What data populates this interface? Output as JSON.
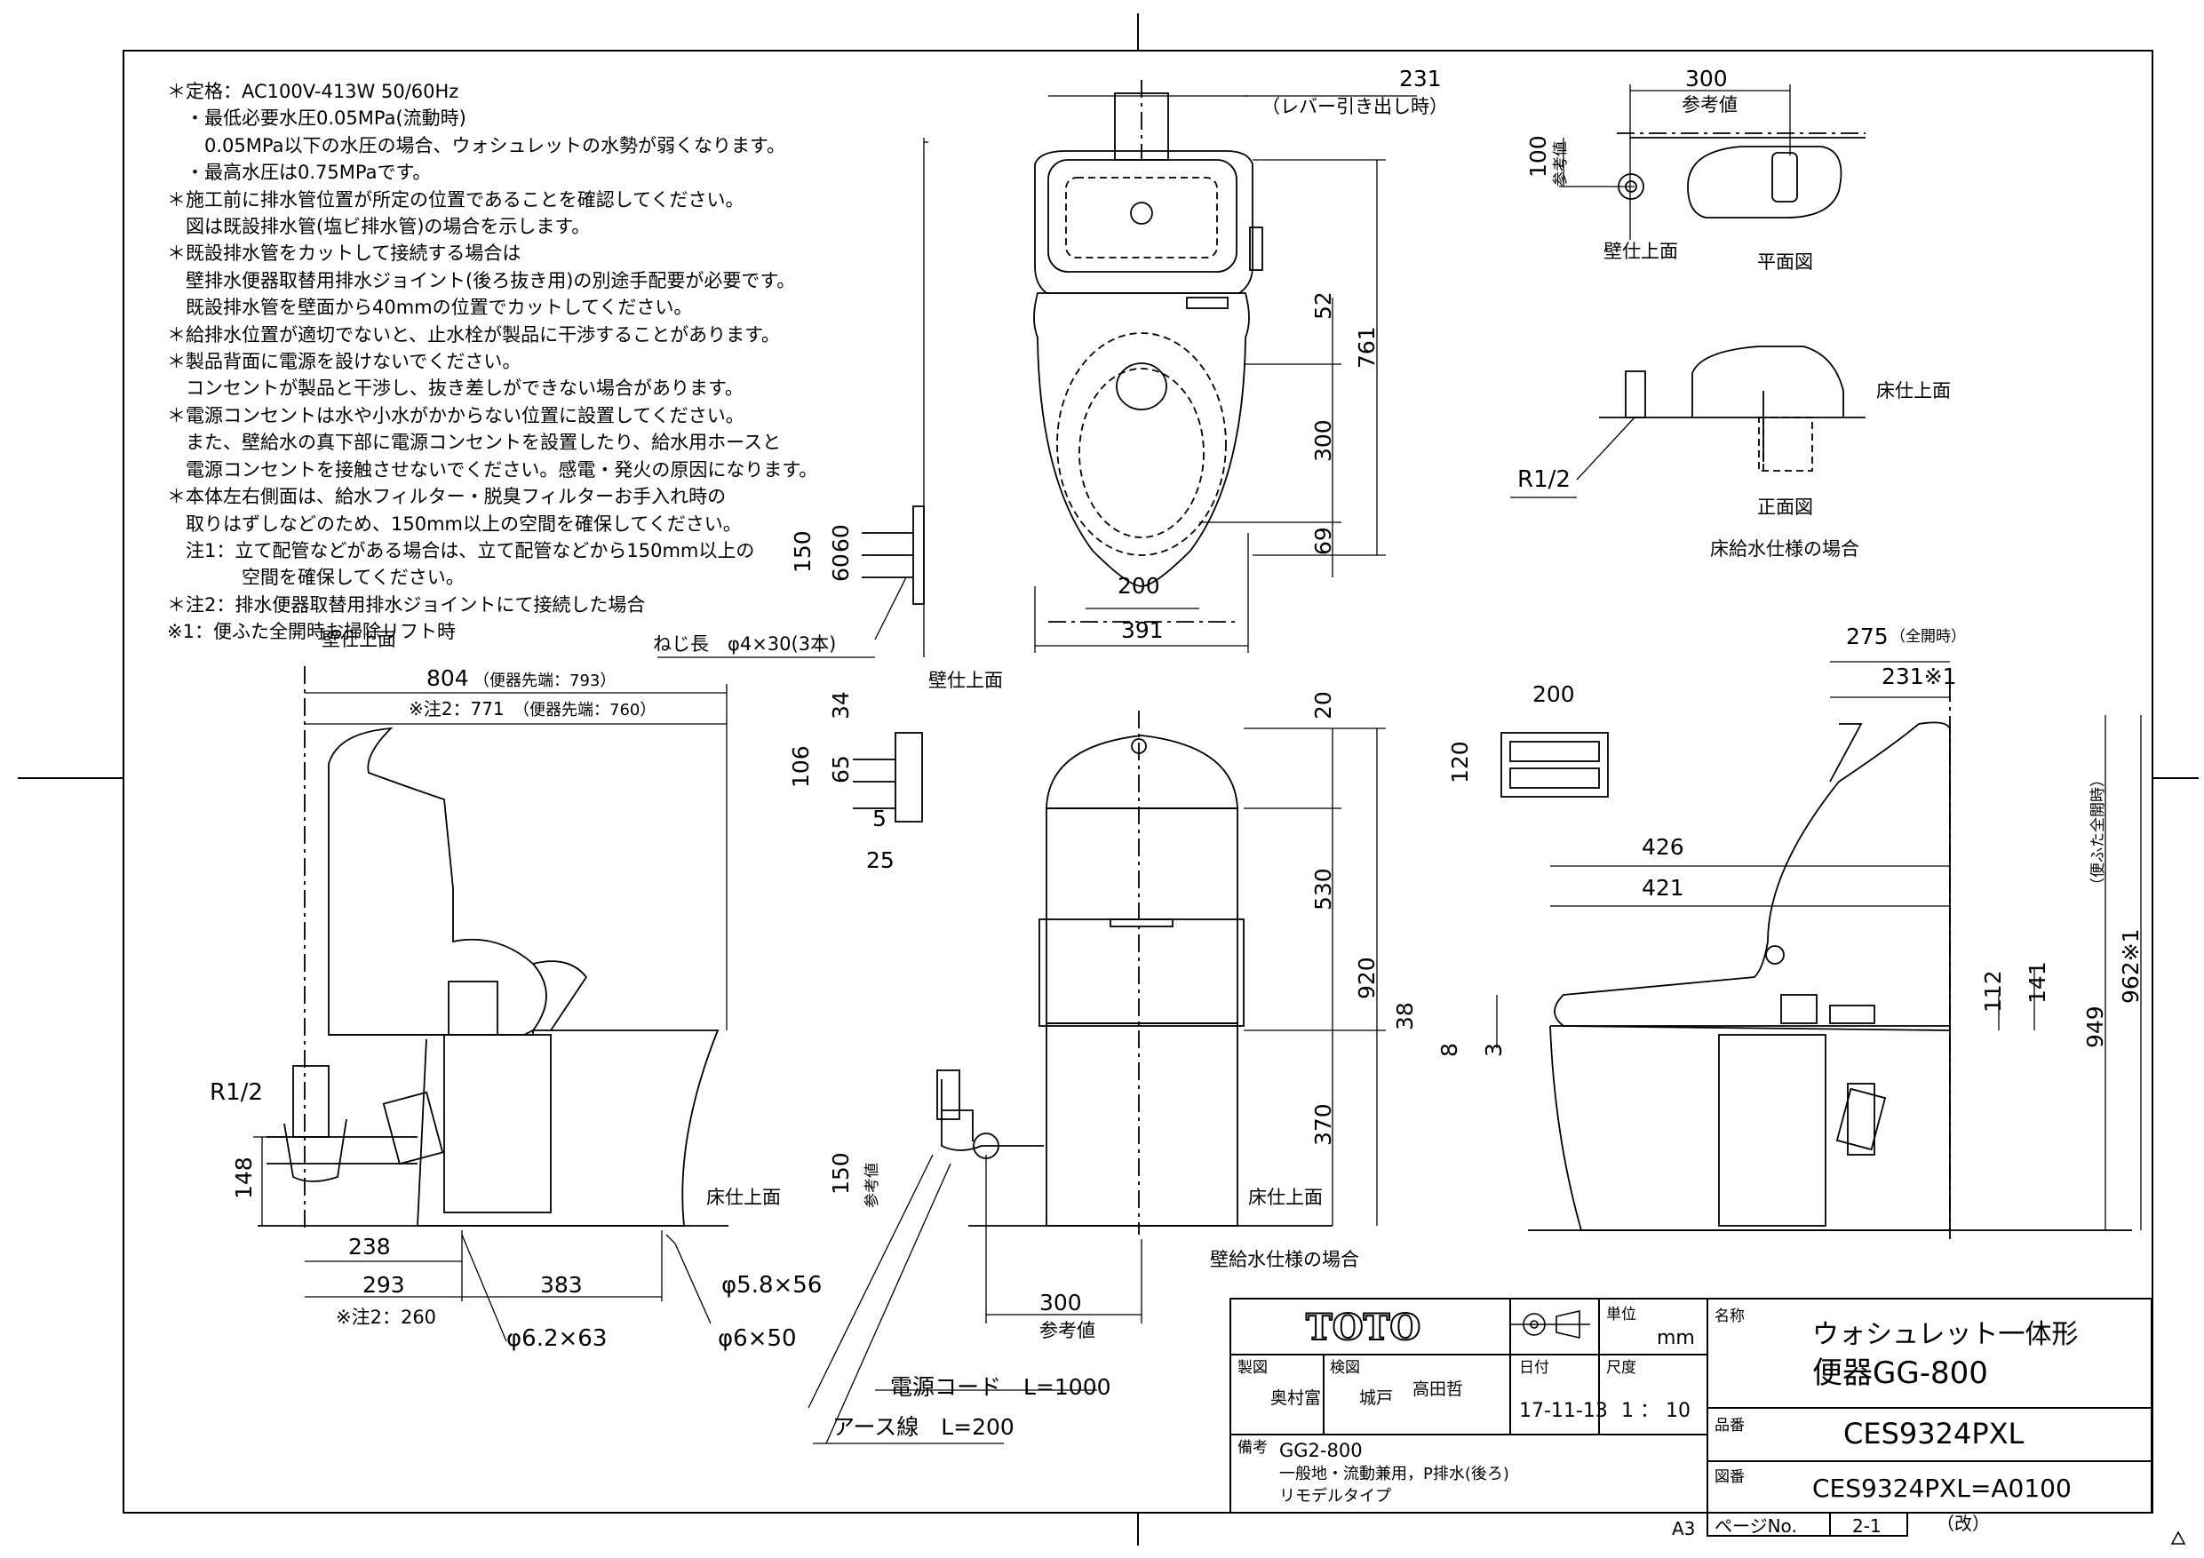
{
  "notes": [
    "＊定格：AC100V-413W 50/60Hz",
    "　・最低必要水圧0.05MPa(流動時)",
    "　　0.05MPa以下の水圧の場合、ウォシュレットの水勢が弱くなります。",
    "　・最高水圧は0.75MPaです。",
    "＊施工前に排水管位置が所定の位置であることを確認してください。",
    "　図は既設排水管(塩ビ排水管)の場合を示します。",
    "＊既設排水管をカットして接続する場合は",
    "　壁排水便器取替用排水ジョイント(後ろ抜き用)の別途手配要が必要です。",
    "　既設排水管を壁面から40mmの位置でカットしてください。",
    "＊給排水位置が適切でないと、止水栓が製品に干渉することがあります。",
    "＊製品背面に電源を設けないでください。",
    "　コンセントが製品と干渉し、抜き差しができない場合があります。",
    "＊電源コンセントは水や小水がかからない位置に設置してください。",
    "　また、壁給水の真下部に電源コンセントを設置したり、給水用ホースと",
    "　電源コンセントを接触させないでください。感電・発火の原因になります。",
    "＊本体左右側面は、給水フィルター・脱臭フィルターお手入れ時の",
    "　取りはずしなどのため、150mm以上の空間を確保してください。",
    "　注1：立て配管などがある場合は、立て配管などから150mm以上の",
    "　　　　空間を確保してください。",
    "＊注2：排水便器取替用排水ジョイントにて接続した場合",
    "※1：便ふた全開時お掃除リフト時"
  ],
  "labels": {
    "wall_surface": "壁仕上面",
    "floor_surface": "床仕上面",
    "plan_view": "平面図",
    "front_view": "正面図",
    "floor_supply": "床給水仕様の場合",
    "wall_supply": "壁給水仕様の場合",
    "reference": "参考値",
    "lever_pull": "（レバー引き出し時）",
    "screw_length": "ねじ長　φ4×30(3本)",
    "r12": "R1/2",
    "power_cord": "電源コード　L=1000",
    "earth_wire": "アース線　L=200",
    "full_open_275": "（全開時）",
    "lid_full_open": "（便ふた全開時）",
    "seat_tip_793": "（便器先端：793）",
    "seat_tip_760": "（便器先端：760）",
    "note2_771": "※注2：771",
    "note2_260": "※注2：260",
    "phi62": "φ6.2×63",
    "phi6": "φ6×50",
    "phi58": "φ5.8×56"
  },
  "dims": {
    "d231": "231",
    "d300": "300",
    "d100": "100",
    "d52": "52",
    "d761": "761",
    "d300b": "300",
    "d69": "69",
    "d200": "200",
    "d391": "391",
    "d150": "150",
    "d60a": "60",
    "d60b": "60",
    "d804": "804",
    "d34": "34",
    "d106": "106",
    "d65": "65",
    "d5": "5",
    "d25": "25",
    "d20": "20",
    "d530": "530",
    "d920": "920",
    "d370": "370",
    "d150b": "150",
    "d300c": "300",
    "d200b": "200",
    "d120": "120",
    "d275": "275",
    "d231b": "231※1",
    "d426": "426",
    "d421": "421",
    "d112": "112",
    "d141": "141",
    "d38": "38",
    "d8": "8",
    "d3": "3",
    "d949": "949",
    "d962": "962※1",
    "d148": "148",
    "d238": "238",
    "d293": "293",
    "d383": "383"
  },
  "title_block": {
    "logo": "TOTO",
    "unit_label": "単位",
    "unit_value": "mm",
    "name_label": "名称",
    "name_line1": "ウォシュレット一体形",
    "name_line2": "便器GG-800",
    "drawn_label": "製図",
    "drawn_by": "奥村富",
    "checked_label": "検図",
    "checked_by1": "城戸",
    "checked_by2": "高田哲",
    "date_label": "日付",
    "date_value": "17-11-13",
    "scale_label": "尺度",
    "scale_value": "1 ： 10",
    "part_label": "品番",
    "part_value": "CES9324PXL",
    "remarks_label": "備考",
    "remarks1": "GG2-800",
    "remarks2": "一般地・流動兼用，P排水(後ろ)",
    "remarks3": "リモデルタイプ",
    "drawing_label": "図番",
    "drawing_value": "CES9324PXL=A0100",
    "sheet_size": "A3",
    "page_label": "ページNo.",
    "page_value": "2-1",
    "revision_label": "（改）"
  }
}
